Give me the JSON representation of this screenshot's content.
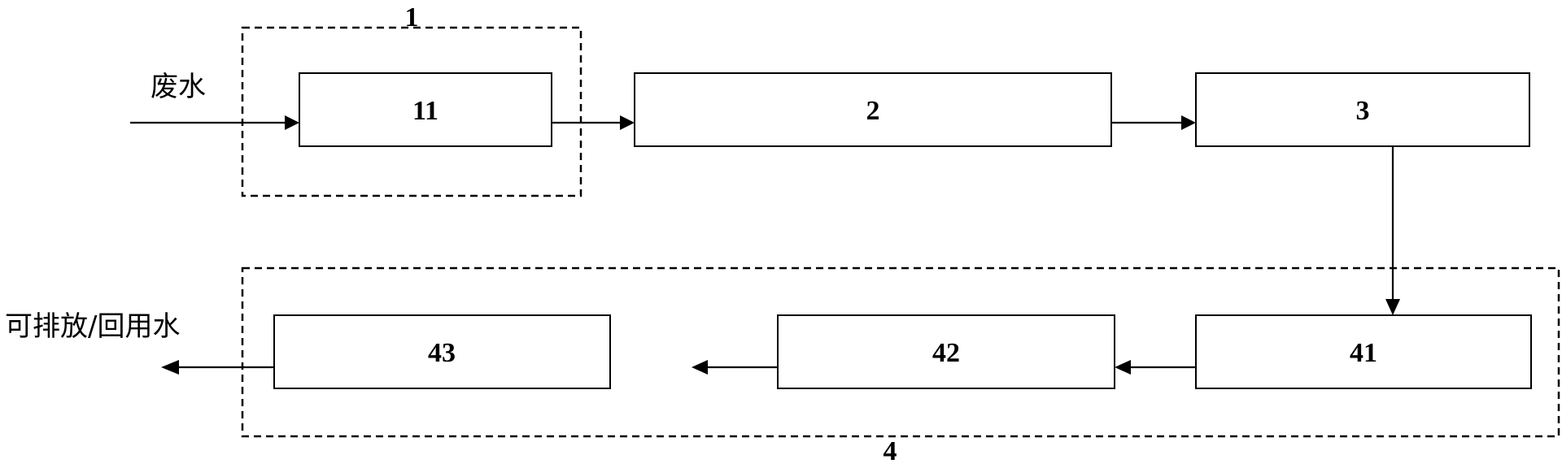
{
  "groups": {
    "g1": "1",
    "g4": "4"
  },
  "boxes": {
    "b11": "11",
    "b2": "2",
    "b3": "3",
    "b41": "41",
    "b42": "42",
    "b43": "43"
  },
  "io": {
    "input": "废水",
    "output": "可排放/回用水"
  }
}
